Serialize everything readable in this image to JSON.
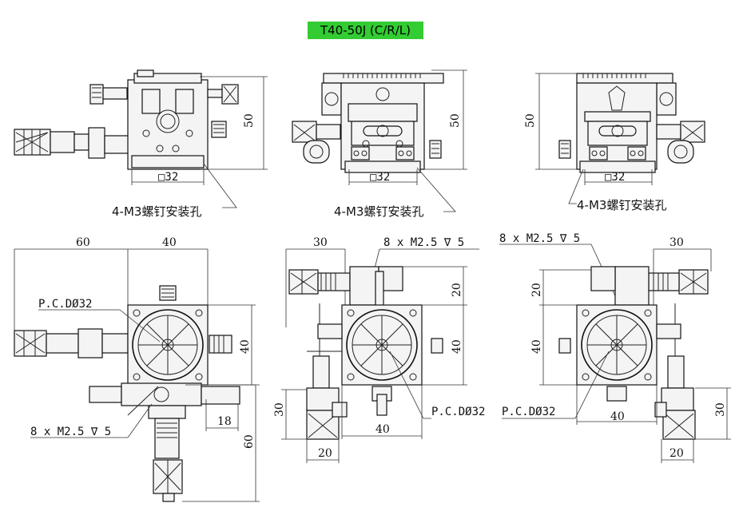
{
  "title": "T40-50J (C/R/L)",
  "front_views": [
    {
      "height": "50",
      "square": "□32",
      "mount_note": "4-M3螺钉安装孔"
    },
    {
      "height": "50",
      "square": "□32",
      "mount_note": "4-M3螺钉安装孔"
    },
    {
      "height": "50",
      "square": "□32",
      "mount_note": "4-M3螺钉安装孔"
    }
  ],
  "top_views": [
    {
      "dim_a": "60",
      "dim_b": "40",
      "pcd": "P.C.DØ32",
      "dim_side": "40",
      "dim_18": "18",
      "dim_bottom": "60",
      "thread": "8 x M2.5 ∇ 5"
    },
    {
      "dim_a": "30",
      "thread": "8 x M2.5 ∇ 5",
      "dim_20v": "20",
      "dim_40v": "40",
      "dim_30v": "30",
      "pcd": "P.C.DØ32",
      "dim_40h": "40",
      "dim_20h": "20"
    },
    {
      "thread": "8 x M2.5 ∇ 5",
      "dim_a": "30",
      "dim_20v": "20",
      "dim_40v": "40",
      "pcd": "P.C.DØ32",
      "dim_40h": "40",
      "dim_30v": "30",
      "dim_20h": "20"
    }
  ]
}
